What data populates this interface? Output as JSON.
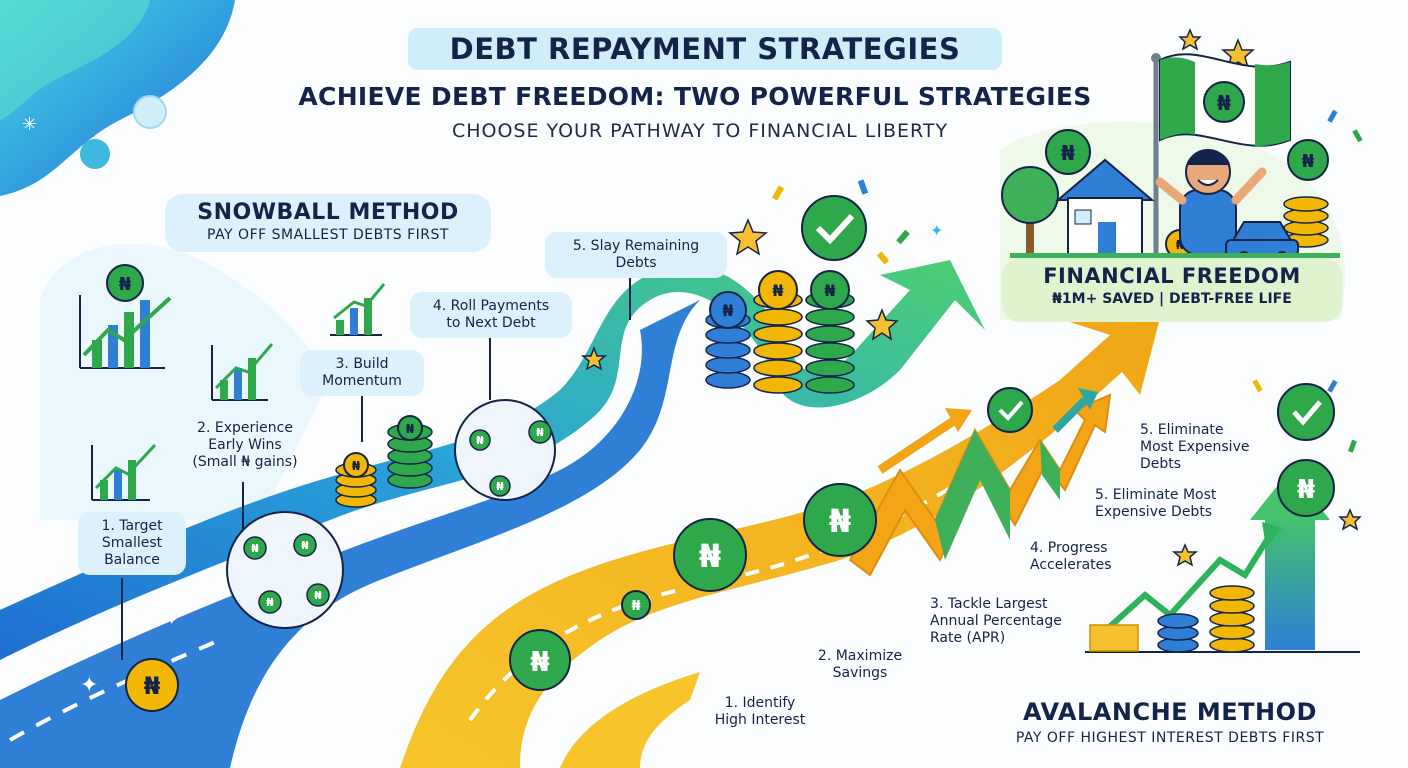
{
  "header": {
    "title": "DEBT REPAYMENT STRATEGIES",
    "subtitle": "ACHIEVE DEBT FREEDOM: TWO POWERFUL STRATEGIES",
    "tagline": "CHOOSE YOUR PATHWAY TO FINANCIAL LIBERTY"
  },
  "snowball": {
    "name": "SNOWBALL METHOD",
    "description": "PAY OFF SMALLEST DEBTS FIRST",
    "steps": [
      {
        "line1": "1. Target",
        "line2": "Smallest",
        "line3": "Balance"
      },
      {
        "line1": "2. Experience",
        "line2": "Early Wins",
        "line3": "(Small ₦ gains)"
      },
      {
        "line1": "3. Build",
        "line2": "Momentum"
      },
      {
        "line1": "4. Roll Payments",
        "line2": "to Next Debt"
      },
      {
        "line1": "5. Slay Remaining",
        "line2": "Debts"
      }
    ]
  },
  "goal": {
    "name": "FINANCIAL FREEDOM",
    "description": "₦1M+ SAVED | DEBT-FREE LIFE"
  },
  "avalanche": {
    "name": "AVALANCHE METHOD",
    "description": "PAY OFF HIGHEST INTEREST DEBTS FIRST",
    "steps": [
      {
        "line1": "1. Identify",
        "line2": "High Interest"
      },
      {
        "line1": "2. Maximize",
        "line2": "Savings"
      },
      {
        "line1": "3. Tackle Largest",
        "line2": "Annual Percentage",
        "line3": "Rate (APR)"
      },
      {
        "line1": "4. Progress",
        "line2": "Accelerates"
      },
      {
        "line1": "5. Eliminate Most",
        "line2": "Expensive Debts"
      },
      {
        "line1": "5. Eliminate",
        "line2": "Most Expensive",
        "line3": "Debts"
      }
    ]
  },
  "coin_symbol": "₦",
  "colors": {
    "navy": "#14234a",
    "sky_panel": "#dcf1fb",
    "green_panel": "#dff3cf",
    "coin_green": "#2ea84a",
    "coin_gold": "#f2b705",
    "road_blue": "#2f7fd6",
    "road_yellow": "#f5b21a"
  },
  "icons": [
    "naira-coin-icon",
    "check-icon",
    "growth-chart-icon",
    "star-icon",
    "house-icon",
    "flag-icon",
    "tree-icon",
    "car-icon",
    "person-icon",
    "snowball-icon",
    "arrow-icon"
  ]
}
